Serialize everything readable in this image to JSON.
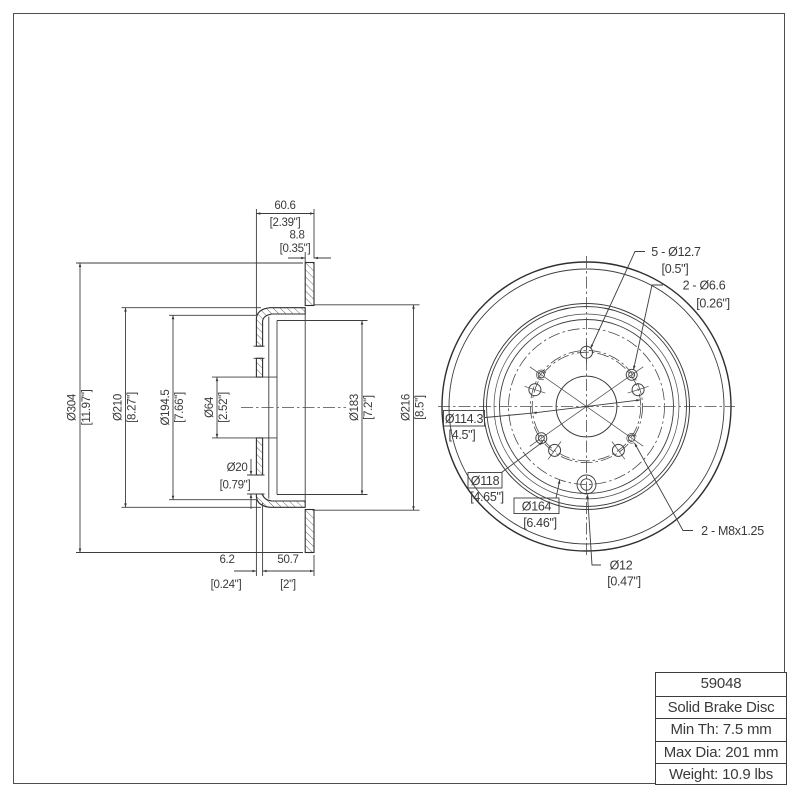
{
  "page": {
    "background": "#ffffff",
    "border_color": "#4f4f4f",
    "line_color": "#3d3d3d",
    "text_color": "#3a3a3a"
  },
  "section_view": {
    "dims": {
      "overall_width": {
        "mm": "60.6",
        "inch": "[2.39\"]"
      },
      "plate_thickness": {
        "mm": "8.8",
        "inch": "[0.35\"]"
      },
      "d304": {
        "mm": "Ø304",
        "inch": "[11.97\"]"
      },
      "d210": {
        "mm": "Ø210",
        "inch": "[8.27\"]"
      },
      "d194": {
        "mm": "Ø194.5",
        "inch": "[7.66\"]"
      },
      "d64": {
        "mm": "Ø64",
        "inch": "[2.52\"]"
      },
      "d20": {
        "mm": "Ø20",
        "inch": "[0.79\"]"
      },
      "d183": {
        "mm": "Ø183",
        "inch": "[7.2\"]"
      },
      "d216": {
        "mm": "Ø216",
        "inch": "[8.5\"]"
      },
      "wall": {
        "mm": "6.2",
        "inch": "[0.24\"]"
      },
      "hat_depth": {
        "mm": "50.7",
        "inch": "[2\"]"
      }
    }
  },
  "front_view": {
    "labels": {
      "lug_holes": {
        "line1": "5 - Ø12.7",
        "line2": "[0.5\"]"
      },
      "screw_holes": {
        "line1": "2 - Ø6.6",
        "line2": "[0.26\"]"
      },
      "bolt_circle": {
        "mm": "Ø114.3",
        "inch": "[4.5\"]"
      },
      "screw_circle": {
        "mm": "Ø118",
        "inch": "[4.65\"]"
      },
      "adjuster_circle": {
        "mm": "Ø164",
        "inch": "[6.46\"]"
      },
      "thread_holes": "2 - M8x1.25",
      "adjuster_hole": {
        "mm": "Ø12",
        "inch": "[0.47\"]"
      }
    }
  },
  "title_block": {
    "rows": [
      "59048",
      "Solid Brake Disc",
      "Min Th: 7.5 mm",
      "Max Dia: 201 mm",
      "Weight: 10.9 lbs"
    ]
  }
}
